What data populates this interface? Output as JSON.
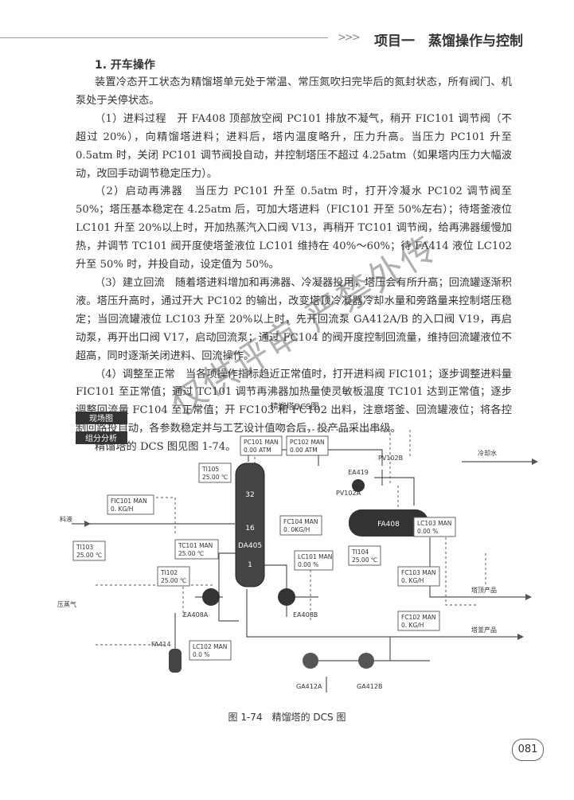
{
  "header": {
    "title": "项目一　蒸馏操作与控制",
    "chevron": ">>>"
  },
  "section_title": "1. 开车操作",
  "paragraphs": [
    "装置冷态开工状态为精馏塔单元处于常温、常压氮吹扫完毕后的氮封状态，所有阀门、机泵处于关停状态。",
    "（1）进料过程　开 FA408 顶部放空阀 PC101 排放不凝气，稍开 FIC101 调节阀（不超过 20%），向精馏塔进料；进料后，塔内温度略升，压力升高。当压力 PC101 升至 0.5atm 时，关闭 PC101 调节阀投自动，并控制塔压不超过 4.25atm（如果塔内压力大幅波动，改回手动调节稳定压力）。",
    "（2）启动再沸器　当压力 PC101 升至 0.5atm 时，打开冷凝水 PC102 调节阀至 50%；塔压基本稳定在 4.25atm 后，可加大塔进料（FIC101 开至 50%左右）；待塔釜液位 LC101 升至 20%以上时，开加热蒸汽入口阀 V13，再稍开 TC101 调节阀，给再沸器缓慢加热，并调节 TC101 阀开度使塔釜液位 LC101 维持在 40%～60%；待 FA414 液位 LC102 升至 50% 时，并投自动，设定值为 50%。",
    "（3）建立回流　随着塔进料增加和再沸器、冷凝器投用，塔压会有所升高；回流罐逐渐积液。塔压升高时，通过开大 PC102 的输出，改变塔顶冷凝器冷却水量和旁路量来控制塔压稳定；当回流罐液位 LC103 升至 20%以上时，先开回流泵 GA412A/B 的入口阀 V19，再启动泵，再开出口阀 V17，启动回流泵；通过 FC104 的阀开度控制回流量，维持回流罐液位不超高，同时逐渐关闭进料、回流操作。",
    "（4）调整至正常　当各项操作指标趋近正常值时，打开进料阀 FIC101；逐步调整进料量 FIC101 至正常值；通过 TC101 调节再沸器加热量使灵敏板温度 TC101 达到正常值；逐步调整回流量 FC104 至正常值；开 FC103 和 FC102 出料，注意塔釜、回流罐液位；将各控制回路投自动，各参数稳定并与工艺设计值吻合后，投产品采出串级。",
    "精馏塔的 DCS 图见图 1-74。"
  ],
  "dcs": {
    "title": "精馏塔DCS图",
    "buttons": [
      "现场图",
      "组分分析"
    ],
    "boxes": {
      "pc101": [
        "PC101 MAN",
        "0.00 ATM"
      ],
      "pc102": [
        "PC102 MAN",
        "0.00 ATM"
      ],
      "ti105": [
        "TI105",
        "25.00 ℃"
      ],
      "fic101": [
        "FIC101 MAN",
        "0. KG/H"
      ],
      "fc104": [
        "FC104 MAN",
        "0. 0KG/H"
      ],
      "lc103": [
        "LC103 MAN",
        "0.00 %"
      ],
      "ti103": [
        "TI103",
        "25.00 ℃"
      ],
      "tc101": [
        "TC101 MAN",
        "25.00 ℃"
      ],
      "lc101": [
        "LC101 MAN",
        "0.00 %"
      ],
      "ti104": [
        "TI104",
        "25.00 ℃"
      ],
      "ti102": [
        "TI102",
        "25.00 ℃"
      ],
      "fc103": [
        "FC103 MAN",
        "0. KG/H"
      ],
      "fc102": [
        "FC102 MAN",
        "0. KG/H"
      ],
      "lc102": [
        "LC102 MAN",
        "0.0 %"
      ]
    },
    "labels": {
      "tower": "DA405",
      "tray32": "32",
      "tray16": "16",
      "tray1": "1",
      "drum": "FA408",
      "ea419": "EA419",
      "pv102a": "PV102A",
      "pv102b": "PV102B",
      "ea408a": "EA408A",
      "ea408b": "EA408B",
      "fa414": "FA414",
      "ga412a": "GA412A",
      "ga412b": "GA412B",
      "cooling_water": "冷却水",
      "feed": "料液",
      "steam": "压蒸气",
      "top_product": "塔顶产品",
      "bottom_product": "塔釜产品"
    }
  },
  "caption": "图 1-74　精馏塔的 DCS 图",
  "watermark": "仅供评审 严禁外传",
  "page_number": "081"
}
